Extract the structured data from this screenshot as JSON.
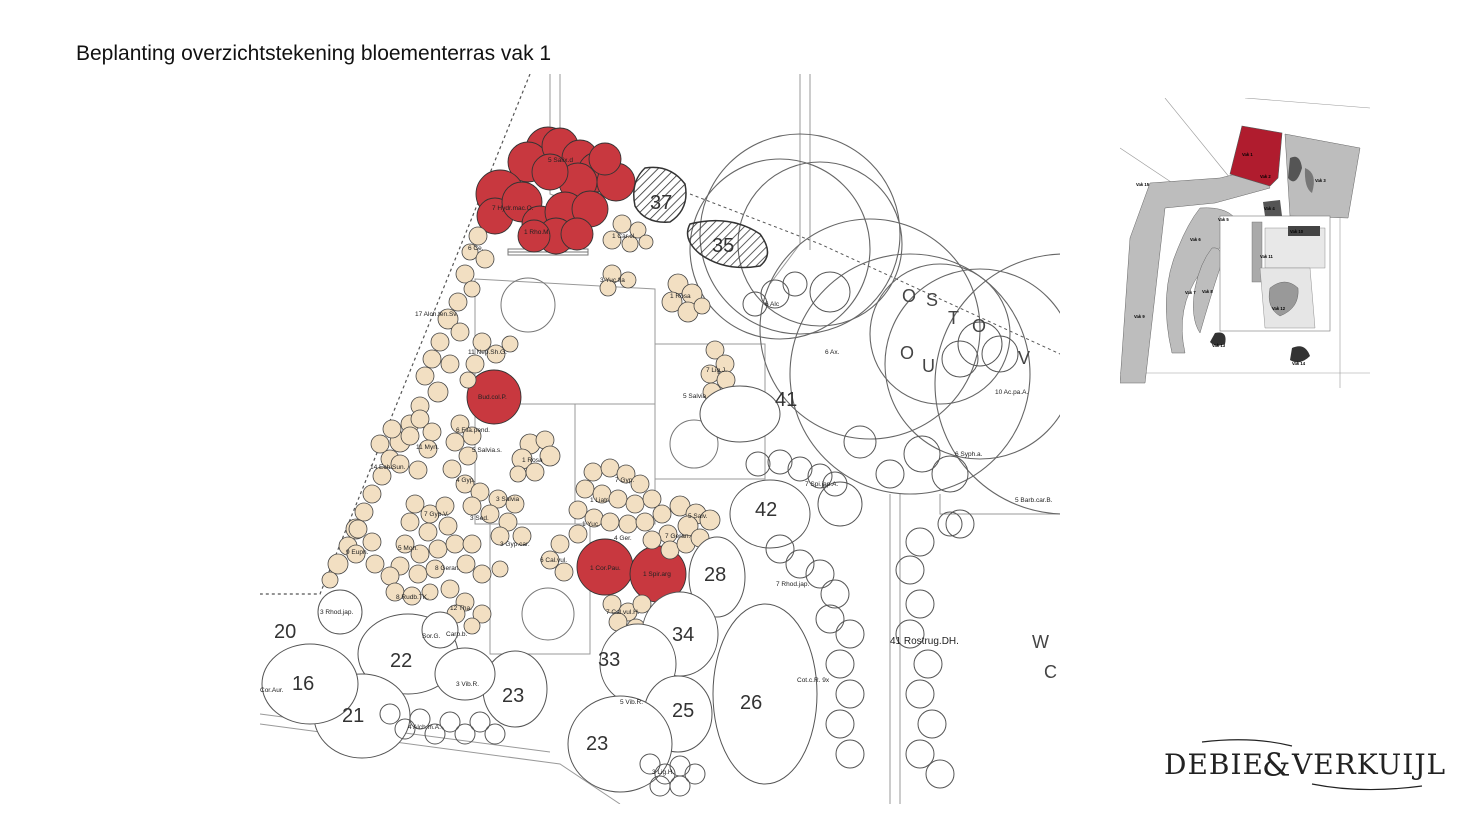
{
  "title": "Beplanting overzichtstekening bloementerras vak 1",
  "colors": {
    "highlight_red": "#c8383f",
    "planting_beige": "#f2dfc2",
    "outline_grey": "#666666",
    "keymap_dark": "#555555",
    "keymap_light": "#bdbdbd",
    "keymap_highlight": "#b01c2e"
  },
  "plan": {
    "red_labels": [
      "5 Salix.d",
      "7 Hydr.mac.O.",
      "1 Rho.M.",
      "Bud.col.P.",
      "1 Cor.Pau.",
      "1 Spir.arg"
    ],
    "beige_labels": [
      "6 Ce.",
      "1 Car.cl.",
      "3 Yuc.fla",
      "1 Rosa",
      "17 Alch.ten.Sv.",
      "11 Nep.Sh.G.",
      "7 Lig.J.",
      "5 Salvia",
      "6 Fila.pend.",
      "11 Myrt.",
      "5 Salvia.s.",
      "1 Rosa",
      "14 Ech.Sun.",
      "4 Gyp.",
      "3 Salvia",
      "3 Sed.",
      "7 Gyp.",
      "7 Gyp.V.",
      "1 Liatr.",
      "1 Yuc.",
      "4 Ger.",
      "3 Gyp.car.",
      "5 Salv.",
      "7 Geran.",
      "9 Euph.",
      "5 Mon.",
      "8 Geran.",
      "6 Cal.vul.",
      "8 Rudb.TK.",
      "12 Tha.",
      "7 Cal.vul.H."
    ],
    "white_labels": [
      "6 Alc",
      "6 Ax.",
      "3 Rhod.jap.",
      "Cor.Aur.",
      "3 Vib.R.",
      "5 Vib.R.",
      "3 Lig.H.",
      "7 Spi.jap.A.",
      "7 Rhod.jap.",
      "Cot.c.R. 9x",
      "10 Ac.pa.A.",
      "6 Syph.a.",
      "5 Barb.car.B.",
      "41 Rostrug.DH.",
      "4 Alch.m.A.",
      "Sor.G.",
      "Carp.b."
    ],
    "hatched_numbers": [
      "37",
      "35"
    ],
    "bed_numbers": [
      "41",
      "42",
      "28",
      "34",
      "33",
      "26",
      "25",
      "23",
      "23",
      "22",
      "21",
      "20",
      "16"
    ],
    "letters": [
      "O",
      "S",
      "T",
      "O",
      "O",
      "U",
      "V",
      "W",
      "C"
    ]
  },
  "keymap": {
    "labels": [
      "Vak 1",
      "Vak 2",
      "Vak 3",
      "Vak 4",
      "Vak 5",
      "Vak 6",
      "Vak 7",
      "Vak 8",
      "Vak 9",
      "Vak 10",
      "Vak 11",
      "Vak 12",
      "Vak 13",
      "Vak 14",
      "Vak 15"
    ]
  },
  "logo": {
    "text_left": "DEBIE",
    "ampersand": "&",
    "text_right": "VERKUIJL"
  }
}
